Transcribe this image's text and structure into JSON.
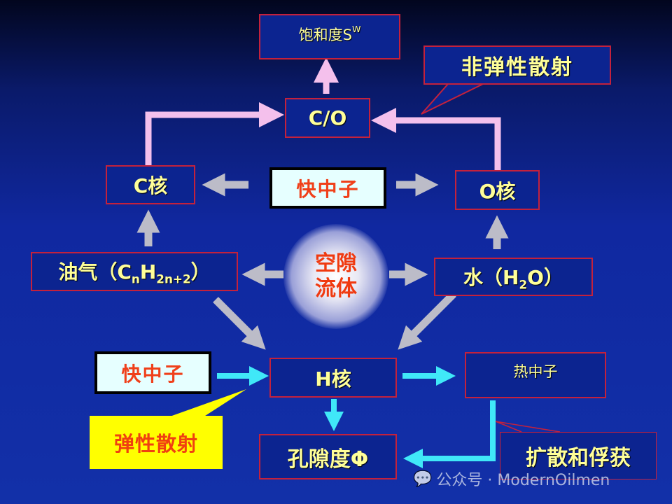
{
  "nodes": {
    "saturation": {
      "label": "饱和度S",
      "sub": "W"
    },
    "inelastic": "非弹性散射",
    "co": "C/O",
    "c_nucleus": "C核",
    "fast_neutron_top": "快中子",
    "o_nucleus": "O核",
    "oil_gas": {
      "prefix": "油气（C",
      "sub1": "n",
      "mid": "H",
      "sub2": "2n+2",
      "suffix": "）"
    },
    "pore_fluid": {
      "line1": "空隙",
      "line2": "流体"
    },
    "water": {
      "prefix": "水（H",
      "sub": "2",
      "suffix": "O）"
    },
    "fast_neutron_bottom": "快中子",
    "h_nucleus": "H核",
    "thermal_neutron": "热中子",
    "elastic": "弹性散射",
    "porosity": "孔隙度Φ",
    "diffusion_capture": "扩散和俘获"
  },
  "watermark": "公众号 · ModernOilmen",
  "colors": {
    "pink_arrow": "#f4c0ec",
    "gray_arrow": "#bcbcc8",
    "cyan_arrow": "#40e8f8",
    "box_border": "#c4213c",
    "text_yellow": "#ffff99"
  }
}
